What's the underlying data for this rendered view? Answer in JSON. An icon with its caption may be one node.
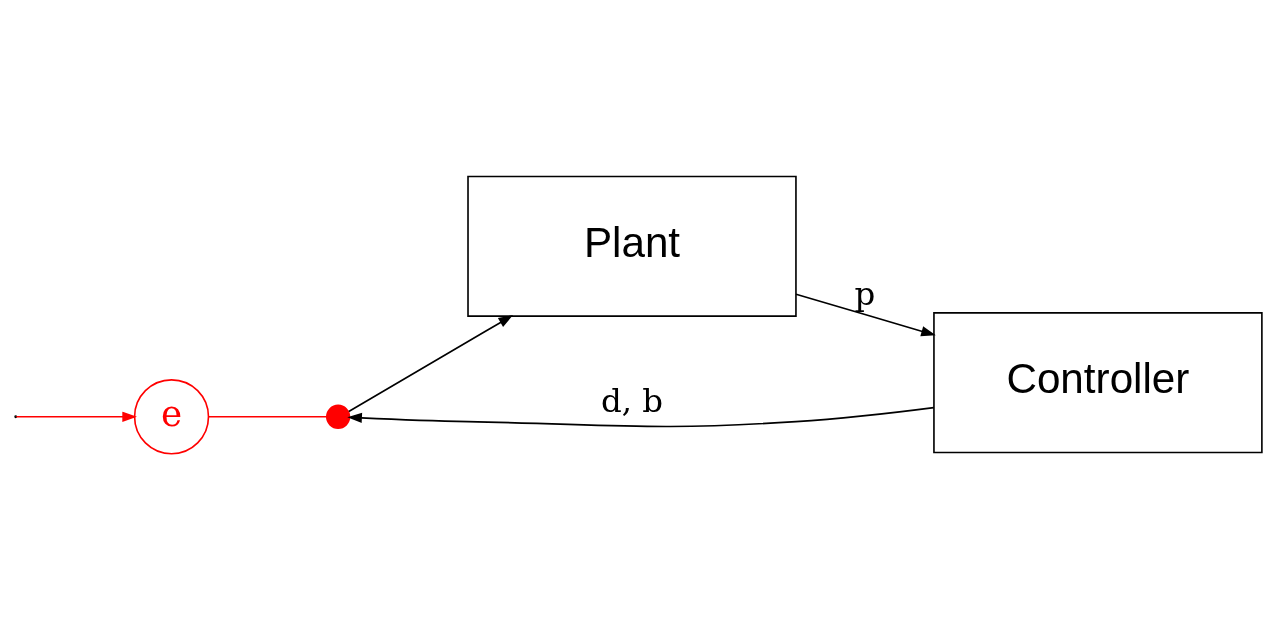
{
  "diagram": {
    "nodes": [
      {
        "text": [
          "e"
        ]
      },
      {
        "text": [],
        "shape": "circle"
      },
      {
        "text": [
          "Plant"
        ]
      },
      {
        "text": [
          "Controller"
        ]
      }
    ],
    "edges": [
      {
        "from": null,
        "to": 0,
        "arrow": "to",
        "color": "#ff0000"
      },
      {
        "from": 0,
        "to": 1,
        "arrow": "none",
        "color": "#ff0000"
      },
      {
        "from": 1,
        "to": 2,
        "arrow": "to"
      },
      {
        "from": 2,
        "to": 3,
        "arrow": "to",
        "label": "p"
      },
      {
        "from": 3,
        "to": 1,
        "arrow": "to",
        "label": "d, b"
      }
    ]
  }
}
